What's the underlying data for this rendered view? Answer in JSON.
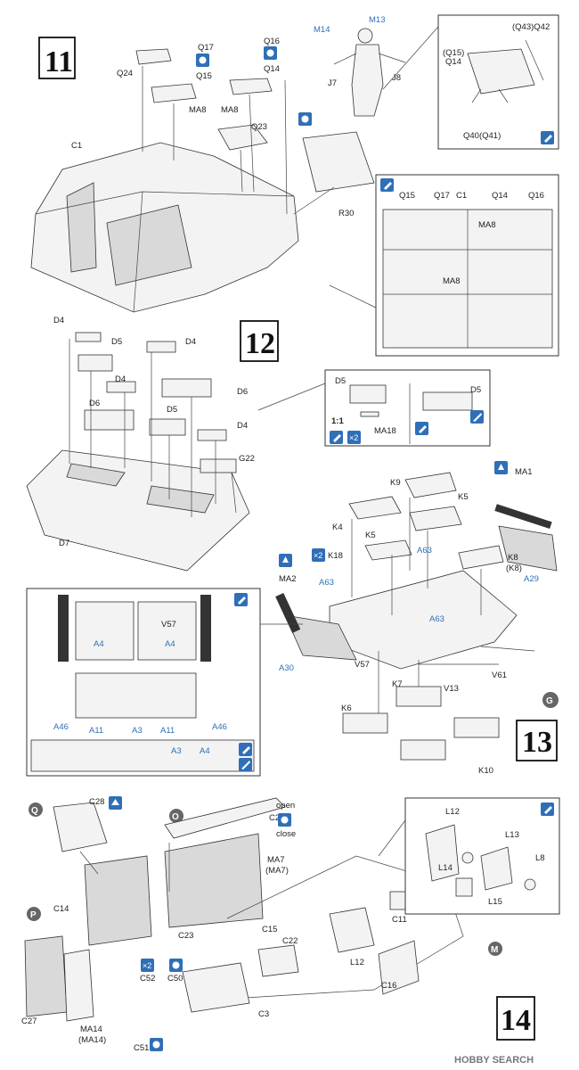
{
  "steps": [
    {
      "number": "11"
    },
    {
      "number": "12"
    },
    {
      "number": "13"
    },
    {
      "number": "14"
    }
  ],
  "section_letters": {
    "g": "G",
    "q": "Q",
    "o": "O",
    "p": "P",
    "m": "M"
  },
  "scale_note": "1:1",
  "x2_marker": "×2",
  "toggle_labels": {
    "open": "open",
    "close": "close"
  },
  "step11": {
    "labels": [
      "Q24",
      "Q17",
      "Q15",
      "Q16",
      "Q14",
      "MA8",
      "MA8",
      "Q23",
      "C1",
      "R30",
      "M14",
      "M13",
      "J7",
      "J8"
    ],
    "detail_top": [
      "(Q43)Q42",
      "(Q15)",
      "Q14",
      "Q40(Q41)"
    ],
    "detail_bottom": [
      "Q15",
      "Q17",
      "C1",
      "Q14",
      "Q16",
      "MA8",
      "MA8"
    ]
  },
  "step12": {
    "labels": [
      "D4",
      "D5",
      "D4",
      "D4",
      "D6",
      "D6",
      "D5",
      "D4",
      "G22",
      "D7"
    ],
    "detail": [
      "D5",
      "MA18",
      "D5"
    ]
  },
  "step13": {
    "labels": [
      "K9",
      "K4",
      "K5",
      "K5",
      "K18",
      "MA1",
      "MA2",
      "A63",
      "A63",
      "A63",
      "K8",
      "(K8)",
      "A29",
      "A30",
      "V57",
      "V13",
      "V61",
      "K7",
      "K6",
      "K10"
    ],
    "detail": [
      "V57",
      "A4",
      "A4",
      "A46",
      "A11",
      "A3",
      "A11",
      "A46",
      "A3",
      "A4"
    ]
  },
  "step14": {
    "labels": [
      "C28",
      "C2",
      "MA7",
      "(MA7)",
      "C14",
      "C23",
      "C15",
      "C22",
      "C11",
      "L12",
      "C52",
      "C50",
      "C3",
      "C16",
      "C27",
      "MA14",
      "(MA14)",
      "C51"
    ],
    "detail": [
      "L12",
      "L13",
      "L14",
      "L8",
      "L15"
    ]
  },
  "watermark": "HOBBY SEARCH",
  "colors": {
    "accent": "#2f6fb8",
    "ink": "#222222"
  },
  "icons": [
    "paint-icon",
    "glue-icon",
    "decal-icon",
    "cement-icon",
    "arrow-up-icon"
  ]
}
